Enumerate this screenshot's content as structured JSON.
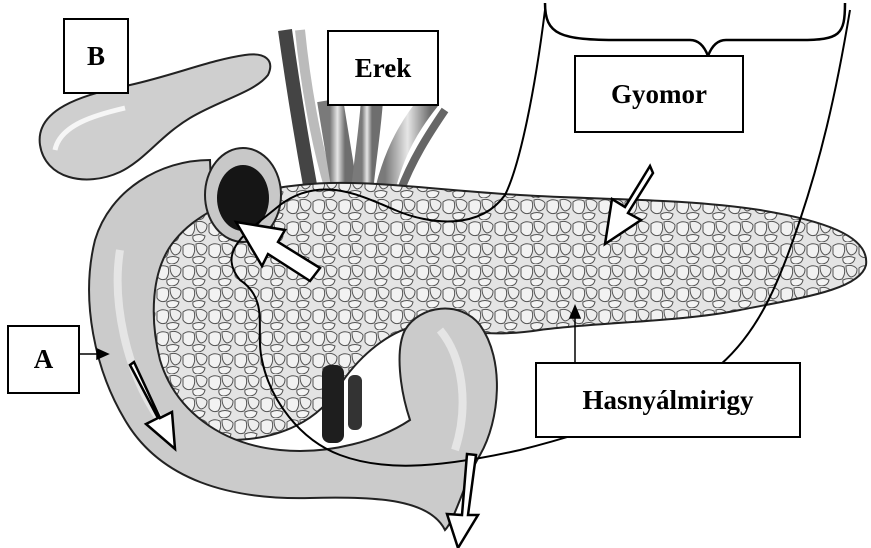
{
  "labels": {
    "b": "B",
    "erek": "Erek",
    "gyomor": "Gyomor",
    "a": "A",
    "hasnyalmirigy": "Hasnyálmirigy"
  },
  "colors": {
    "line": "#000000",
    "arrow_fill": "#ffffff",
    "organ_fill": "#d2d2d2",
    "organ_shade": "#8a8a8a"
  }
}
